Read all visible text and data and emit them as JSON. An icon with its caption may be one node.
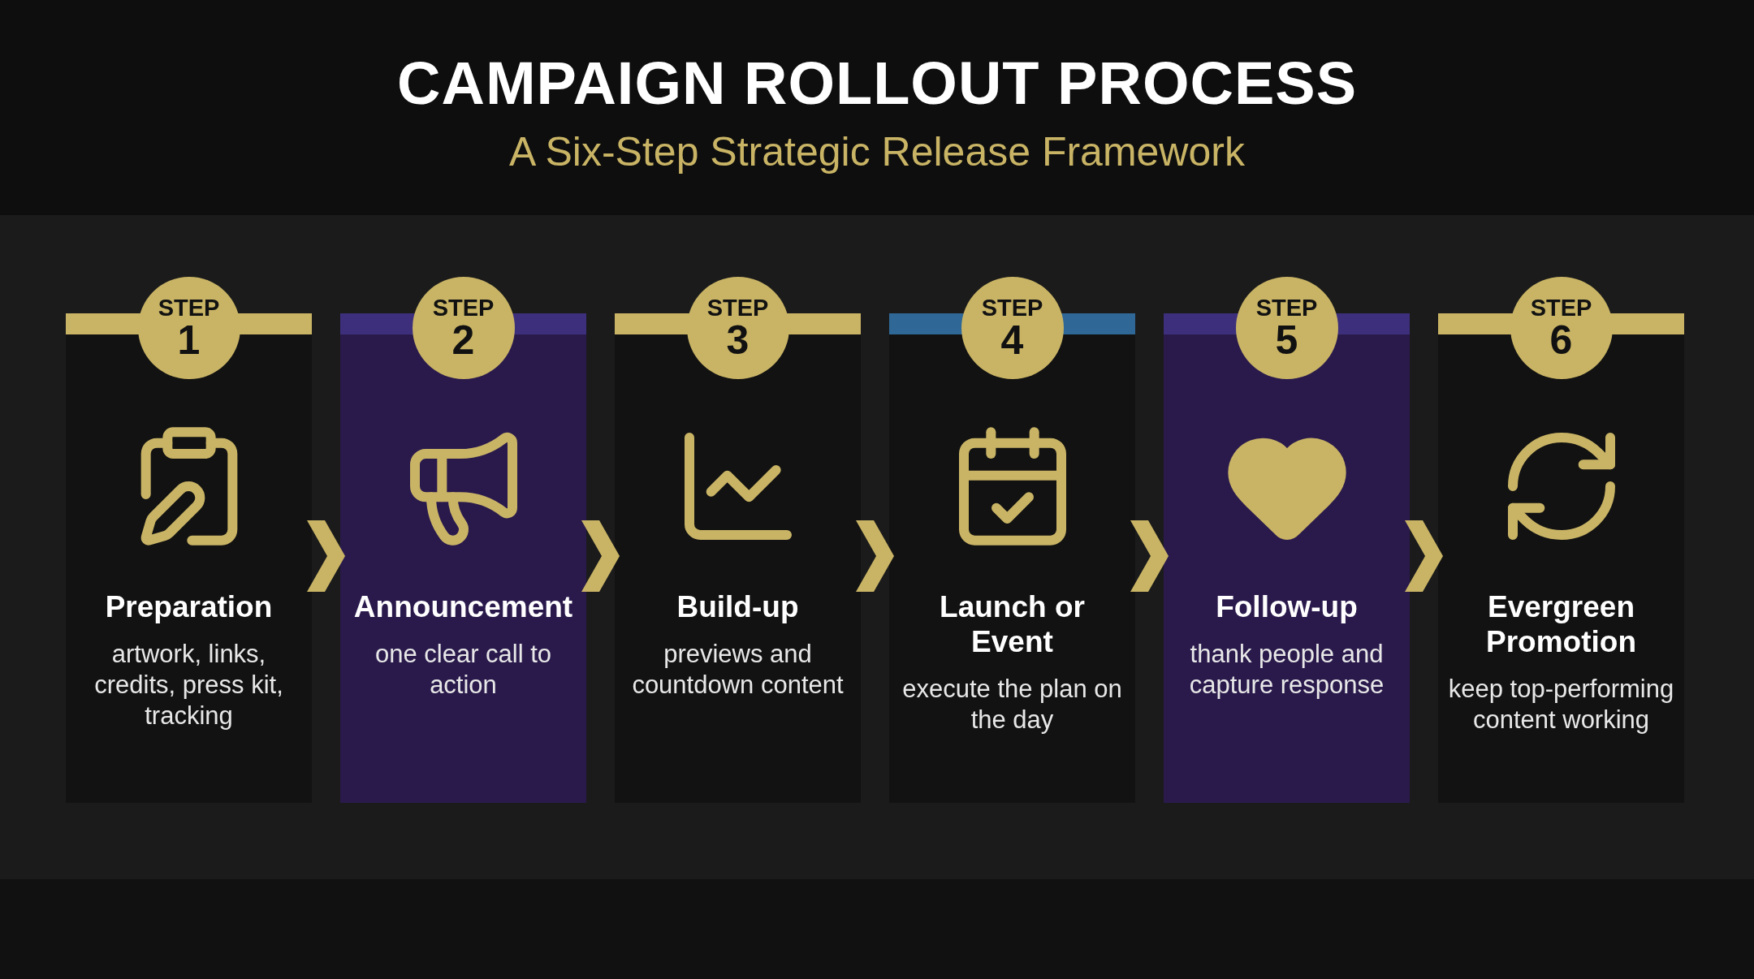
{
  "diagram": {
    "title": "CAMPAIGN ROLLOUT PROCESS",
    "caption": "A Six-Step Strategic Release Framework",
    "nodes": [
      {
        "text": [
          "STEP",
          "1"
        ]
      },
      {
        "text": [
          "Preparation",
          "artwork, links, credits, press kit, tracking"
        ]
      },
      {
        "text": [
          "STEP",
          "2"
        ]
      },
      {
        "text": [
          "Announcement",
          "one clear call to action"
        ]
      },
      {
        "text": [
          "STEP",
          "3"
        ]
      },
      {
        "text": [
          "Build-up",
          "previews and countdown content"
        ]
      },
      {
        "text": [
          "STEP",
          "4"
        ]
      },
      {
        "text": [
          "Launch or Event",
          "execute the plan on the day"
        ]
      },
      {
        "text": [
          "STEP",
          "5"
        ]
      },
      {
        "text": [
          "Follow-up",
          "thank people and capture response"
        ]
      },
      {
        "text": [
          "STEP",
          "6"
        ]
      },
      {
        "text": [
          "Evergreen Promotion",
          "keep top-performing content working"
        ]
      }
    ],
    "edges": [
      {
        "from": 1,
        "to": 3,
        "arrow": "to"
      },
      {
        "from": 3,
        "to": 5,
        "arrow": "to"
      },
      {
        "from": 5,
        "to": 7,
        "arrow": "to"
      },
      {
        "from": 7,
        "to": 9,
        "arrow": "to"
      },
      {
        "from": 9,
        "to": 11,
        "arrow": "to"
      }
    ]
  }
}
